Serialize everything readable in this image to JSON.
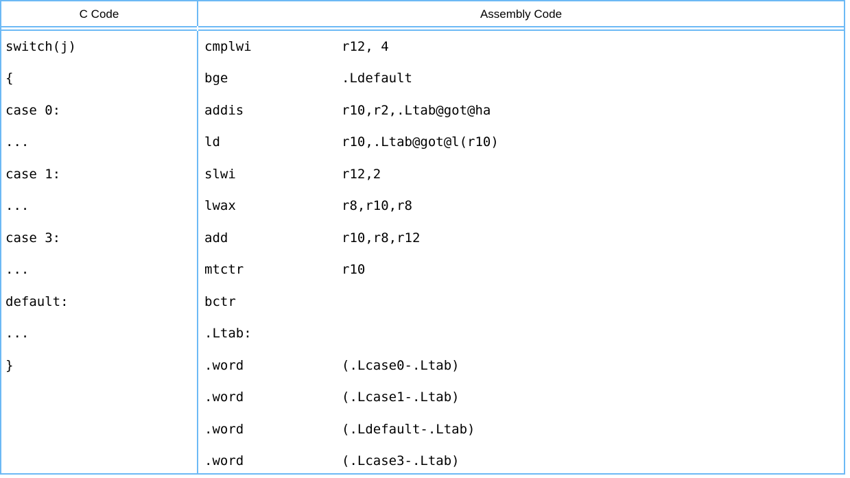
{
  "colors": {
    "rule": "#6CB9F5",
    "text": "#000000",
    "background": "#FFFFFF"
  },
  "table": {
    "headers": {
      "c_code": "C Code",
      "assembly_code": "Assembly Code"
    },
    "rows": [
      {
        "c": "switch(j)",
        "mnemonic": "cmplwi",
        "operand": "r12, 4"
      },
      {
        "c": "{",
        "mnemonic": "bge",
        "operand": ".Ldefault"
      },
      {
        "c": "case 0:",
        "mnemonic": "addis",
        "operand": "r10,r2,.Ltab@got@ha"
      },
      {
        "c": "...",
        "mnemonic": "ld",
        "operand": "r10,.Ltab@got@l(r10)"
      },
      {
        "c": "case 1:",
        "mnemonic": "slwi",
        "operand": "r12,2"
      },
      {
        "c": "...",
        "mnemonic": "lwax",
        "operand": "r8,r10,r8"
      },
      {
        "c": "case 3:",
        "mnemonic": "add",
        "operand": "r10,r8,r12"
      },
      {
        "c": "...",
        "mnemonic": "mtctr",
        "operand": "r10"
      },
      {
        "c": "default:",
        "mnemonic": "bctr",
        "operand": ""
      },
      {
        "c": "...",
        "mnemonic": ".Ltab:",
        "operand": ""
      },
      {
        "c": "}",
        "mnemonic": ".word",
        "operand": "(.Lcase0-.Ltab)"
      },
      {
        "c": "",
        "mnemonic": ".word",
        "operand": "(.Lcase1-.Ltab)"
      },
      {
        "c": "",
        "mnemonic": ".word",
        "operand": "(.Ldefault-.Ltab)"
      },
      {
        "c": "",
        "mnemonic": ".word",
        "operand": "(.Lcase3-.Ltab)"
      }
    ]
  }
}
